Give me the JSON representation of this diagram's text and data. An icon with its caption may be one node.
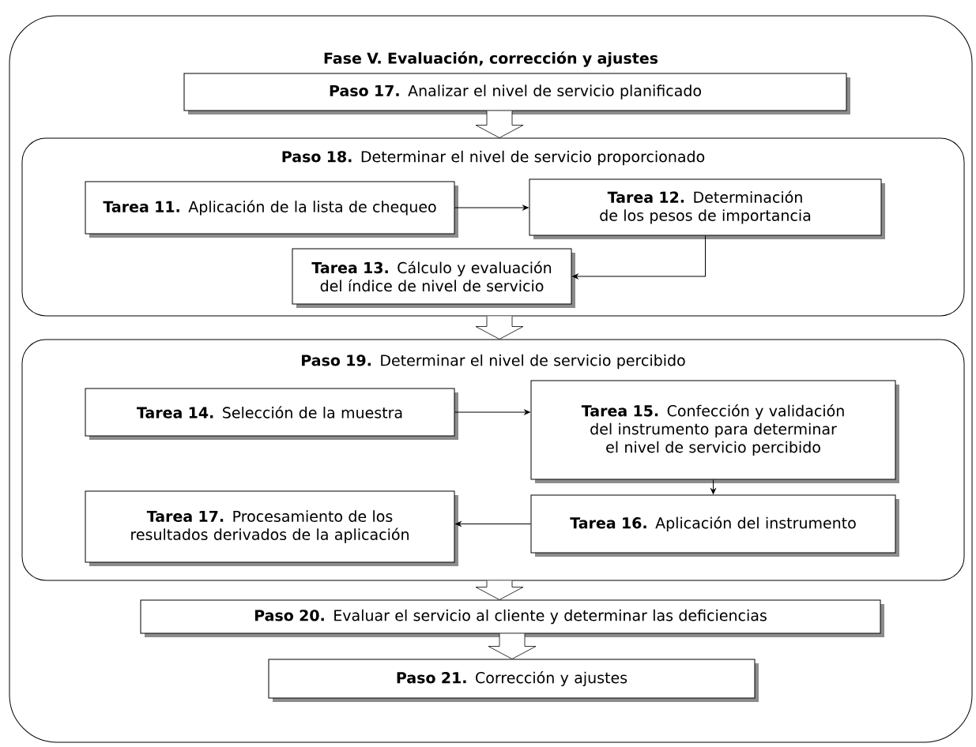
{
  "diagram": {
    "nodes": [
      {
        "text": [
          "Fase V. Evaluación, corrección y ajustes"
        ]
      },
      {
        "text": [
          "**Paso 17.** Analizar el nivel de servicio planificado"
        ],
        "in": 0
      },
      {
        "text": [
          "**Paso 18.** Determinar el nivel de servicio proporcionado"
        ],
        "in": 0
      },
      {
        "text": [
          "**Tarea 11.** Aplicación de la lista de chequeo"
        ],
        "in": 2
      },
      {
        "text": [
          "**Tarea 12.** Determinación de los pesos de importancia"
        ],
        "in": 2
      },
      {
        "text": [
          "**Tarea 13.** Cálculo y evaluación del índice de nivel de servicio"
        ],
        "in": 2
      },
      {
        "text": [
          "**Paso 19.** Determinar el nivel de servicio percibido"
        ],
        "in": 0
      },
      {
        "text": [
          "**Tarea 14.** Selección de la muestra"
        ],
        "in": 6
      },
      {
        "text": [
          "**Tarea 15.** Confección y validación del instrumento para determinar el nivel de servicio percibido"
        ],
        "in": 6
      },
      {
        "text": [
          "**Tarea 16.** Aplicación del instrumento"
        ],
        "in": 6
      },
      {
        "text": [
          "**Tarea 17.** Procesamiento de los resultados derivados de la aplicación"
        ],
        "in": 6
      },
      {
        "text": [
          "**Paso 20.** Evaluar el servicio al cliente y determinar las deficiencias"
        ],
        "in": 0
      },
      {
        "text": [
          "**Paso 21.** Corrección y ajustes"
        ],
        "in": 0
      }
    ],
    "edges": [
      {
        "from": 1,
        "to": 2,
        "arrow": "to",
        "style": "thick"
      },
      {
        "from": 3,
        "to": 4,
        "arrow": "to"
      },
      {
        "from": 4,
        "to": 5,
        "arrow": "to"
      },
      {
        "from": 2,
        "to": 6,
        "arrow": "to",
        "style": "thick"
      },
      {
        "from": 7,
        "to": 8,
        "arrow": "to"
      },
      {
        "from": 8,
        "to": 9,
        "arrow": "to"
      },
      {
        "from": 9,
        "to": 10,
        "arrow": "to"
      },
      {
        "from": 6,
        "to": 11,
        "arrow": "to",
        "style": "thick"
      },
      {
        "from": 11,
        "to": 12,
        "arrow": "to",
        "style": "thick"
      }
    ]
  }
}
